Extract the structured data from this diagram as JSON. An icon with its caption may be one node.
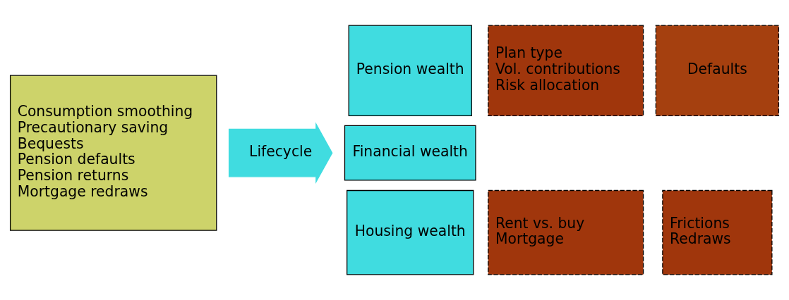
{
  "diagram": {
    "nodes": [
      {
        "text": [
          "Consumption smoothing",
          "Precautionary saving",
          "Bequests",
          "Pension defaults",
          "Pension returns",
          "Mortgage redraws"
        ]
      },
      {
        "text": [
          "Lifecycle"
        ]
      },
      {
        "text": [
          "Pension wealth"
        ]
      },
      {
        "text": [
          "Financial wealth"
        ]
      },
      {
        "text": [
          "Housing wealth"
        ]
      },
      {
        "text": [
          "Plan type",
          "Vol. contributions",
          "Risk allocation"
        ]
      },
      {
        "text": [
          "Defaults"
        ]
      },
      {
        "text": [
          "Rent vs. buy",
          "Mortgage"
        ]
      },
      {
        "text": [
          "Frictions",
          "Redraws"
        ]
      }
    ]
  }
}
